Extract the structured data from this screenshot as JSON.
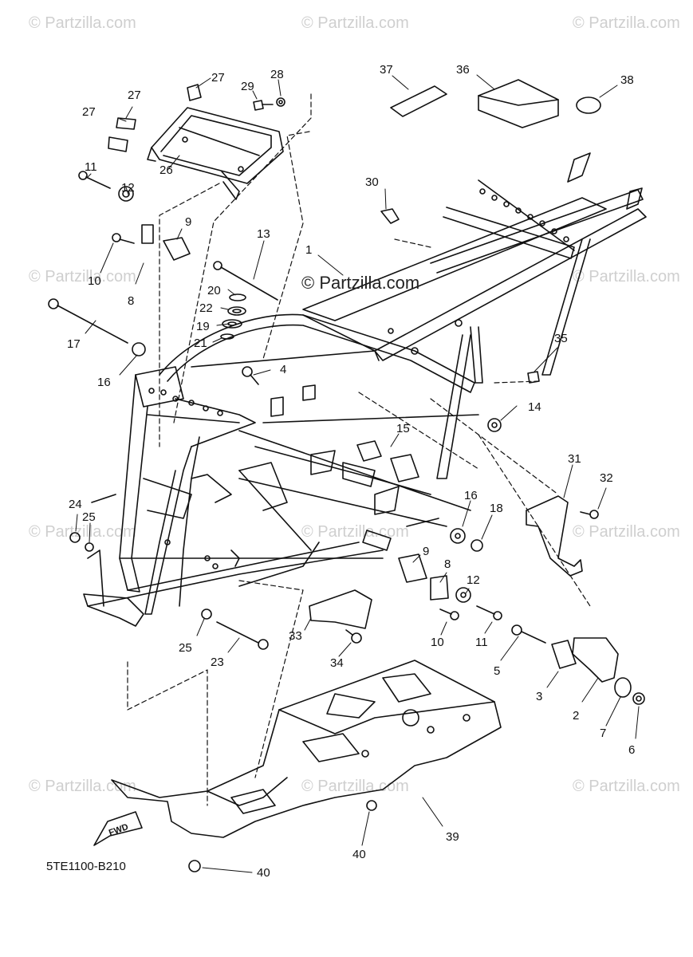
{
  "watermark": "© Partzilla.com",
  "center_watermark": "© Partzilla.com",
  "diagram_code": "5TE1100-B210",
  "fwd_label": "FWD",
  "colors": {
    "line": "#111111",
    "watermark": "#cfcfcf",
    "background": "#ffffff"
  },
  "callouts": [
    {
      "id": "c1",
      "text": "1"
    },
    {
      "id": "c2",
      "text": "2"
    },
    {
      "id": "c3",
      "text": "3"
    },
    {
      "id": "c4",
      "text": "4"
    },
    {
      "id": "c5",
      "text": "5"
    },
    {
      "id": "c6",
      "text": "6"
    },
    {
      "id": "c7",
      "text": "7"
    },
    {
      "id": "c8a",
      "text": "8"
    },
    {
      "id": "c8b",
      "text": "8"
    },
    {
      "id": "c9a",
      "text": "9"
    },
    {
      "id": "c9b",
      "text": "9"
    },
    {
      "id": "c10a",
      "text": "10"
    },
    {
      "id": "c10b",
      "text": "10"
    },
    {
      "id": "c11a",
      "text": "11"
    },
    {
      "id": "c11b",
      "text": "11"
    },
    {
      "id": "c12a",
      "text": "12"
    },
    {
      "id": "c12b",
      "text": "12"
    },
    {
      "id": "c13",
      "text": "13"
    },
    {
      "id": "c14",
      "text": "14"
    },
    {
      "id": "c15",
      "text": "15"
    },
    {
      "id": "c16a",
      "text": "16"
    },
    {
      "id": "c16b",
      "text": "16"
    },
    {
      "id": "c17",
      "text": "17"
    },
    {
      "id": "c18",
      "text": "18"
    },
    {
      "id": "c19",
      "text": "19"
    },
    {
      "id": "c20",
      "text": "20"
    },
    {
      "id": "c21",
      "text": "21"
    },
    {
      "id": "c22",
      "text": "22"
    },
    {
      "id": "c23",
      "text": "23"
    },
    {
      "id": "c24",
      "text": "24"
    },
    {
      "id": "c25a",
      "text": "25"
    },
    {
      "id": "c25b",
      "text": "25"
    },
    {
      "id": "c26",
      "text": "26"
    },
    {
      "id": "c27a",
      "text": "27"
    },
    {
      "id": "c27b",
      "text": "27"
    },
    {
      "id": "c27c",
      "text": "27"
    },
    {
      "id": "c28",
      "text": "28"
    },
    {
      "id": "c29",
      "text": "29"
    },
    {
      "id": "c30",
      "text": "30"
    },
    {
      "id": "c31",
      "text": "31"
    },
    {
      "id": "c32",
      "text": "32"
    },
    {
      "id": "c33",
      "text": "33"
    },
    {
      "id": "c34",
      "text": "34"
    },
    {
      "id": "c35",
      "text": "35"
    },
    {
      "id": "c36",
      "text": "36"
    },
    {
      "id": "c37",
      "text": "37"
    },
    {
      "id": "c38",
      "text": "38"
    },
    {
      "id": "c39",
      "text": "39"
    },
    {
      "id": "c40a",
      "text": "40"
    },
    {
      "id": "c40b",
      "text": "40"
    }
  ]
}
